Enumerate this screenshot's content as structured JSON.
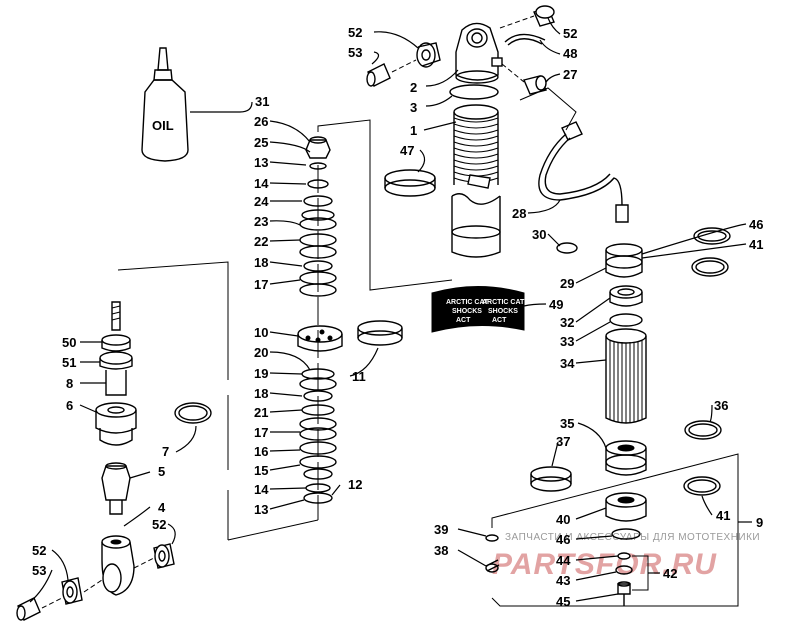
{
  "diagram": {
    "oil_bottle_text": "OIL",
    "decal_lines": [
      "ARCTIC CAT",
      "SHOCKS",
      "ACT"
    ],
    "watermark_small": "ЗАПЧАСТИ И АКСЕССУАРЫ ДЛЯ МОТОТЕХНИКИ",
    "watermark_logo": "PARTSFOR.RU",
    "callouts": [
      {
        "id": "c52a",
        "text": "52"
      },
      {
        "id": "c53a",
        "text": "53"
      },
      {
        "id": "c52b",
        "text": "52"
      },
      {
        "id": "c48",
        "text": "48"
      },
      {
        "id": "c27",
        "text": "27"
      },
      {
        "id": "c2",
        "text": "2"
      },
      {
        "id": "c3",
        "text": "3"
      },
      {
        "id": "c1",
        "text": "1"
      },
      {
        "id": "c47",
        "text": "47"
      },
      {
        "id": "c31",
        "text": "31"
      },
      {
        "id": "c26",
        "text": "26"
      },
      {
        "id": "c25",
        "text": "25"
      },
      {
        "id": "c13a",
        "text": "13"
      },
      {
        "id": "c14a",
        "text": "14"
      },
      {
        "id": "c24",
        "text": "24"
      },
      {
        "id": "c23",
        "text": "23"
      },
      {
        "id": "c22",
        "text": "22"
      },
      {
        "id": "c18a",
        "text": "18"
      },
      {
        "id": "c17a",
        "text": "17"
      },
      {
        "id": "c28",
        "text": "28"
      },
      {
        "id": "c30",
        "text": "30"
      },
      {
        "id": "c46a",
        "text": "46"
      },
      {
        "id": "c41a",
        "text": "41"
      },
      {
        "id": "c29",
        "text": "29"
      },
      {
        "id": "c49",
        "text": "49"
      },
      {
        "id": "c32",
        "text": "32"
      },
      {
        "id": "c33",
        "text": "33"
      },
      {
        "id": "c34",
        "text": "34"
      },
      {
        "id": "c10",
        "text": "10"
      },
      {
        "id": "c20",
        "text": "20"
      },
      {
        "id": "c11",
        "text": "11"
      },
      {
        "id": "c19",
        "text": "19"
      },
      {
        "id": "c18b",
        "text": "18"
      },
      {
        "id": "c21",
        "text": "21"
      },
      {
        "id": "c17b",
        "text": "17"
      },
      {
        "id": "c16",
        "text": "16"
      },
      {
        "id": "c15",
        "text": "15"
      },
      {
        "id": "c14b",
        "text": "14"
      },
      {
        "id": "c12",
        "text": "12"
      },
      {
        "id": "c13b",
        "text": "13"
      },
      {
        "id": "c50",
        "text": "50"
      },
      {
        "id": "c51",
        "text": "51"
      },
      {
        "id": "c8",
        "text": "8"
      },
      {
        "id": "c6",
        "text": "6"
      },
      {
        "id": "c7",
        "text": "7"
      },
      {
        "id": "c5",
        "text": "5"
      },
      {
        "id": "c4",
        "text": "4"
      },
      {
        "id": "c52c",
        "text": "52"
      },
      {
        "id": "c52d",
        "text": "52"
      },
      {
        "id": "c53b",
        "text": "53"
      },
      {
        "id": "c36",
        "text": "36"
      },
      {
        "id": "c35",
        "text": "35"
      },
      {
        "id": "c37",
        "text": "37"
      },
      {
        "id": "c41b",
        "text": "41"
      },
      {
        "id": "c9",
        "text": "9"
      },
      {
        "id": "c39",
        "text": "39"
      },
      {
        "id": "c40",
        "text": "40"
      },
      {
        "id": "c46b",
        "text": "46"
      },
      {
        "id": "c38",
        "text": "38"
      },
      {
        "id": "c44",
        "text": "44"
      },
      {
        "id": "c43",
        "text": "43"
      },
      {
        "id": "c42",
        "text": "42"
      },
      {
        "id": "c45",
        "text": "45"
      }
    ]
  }
}
